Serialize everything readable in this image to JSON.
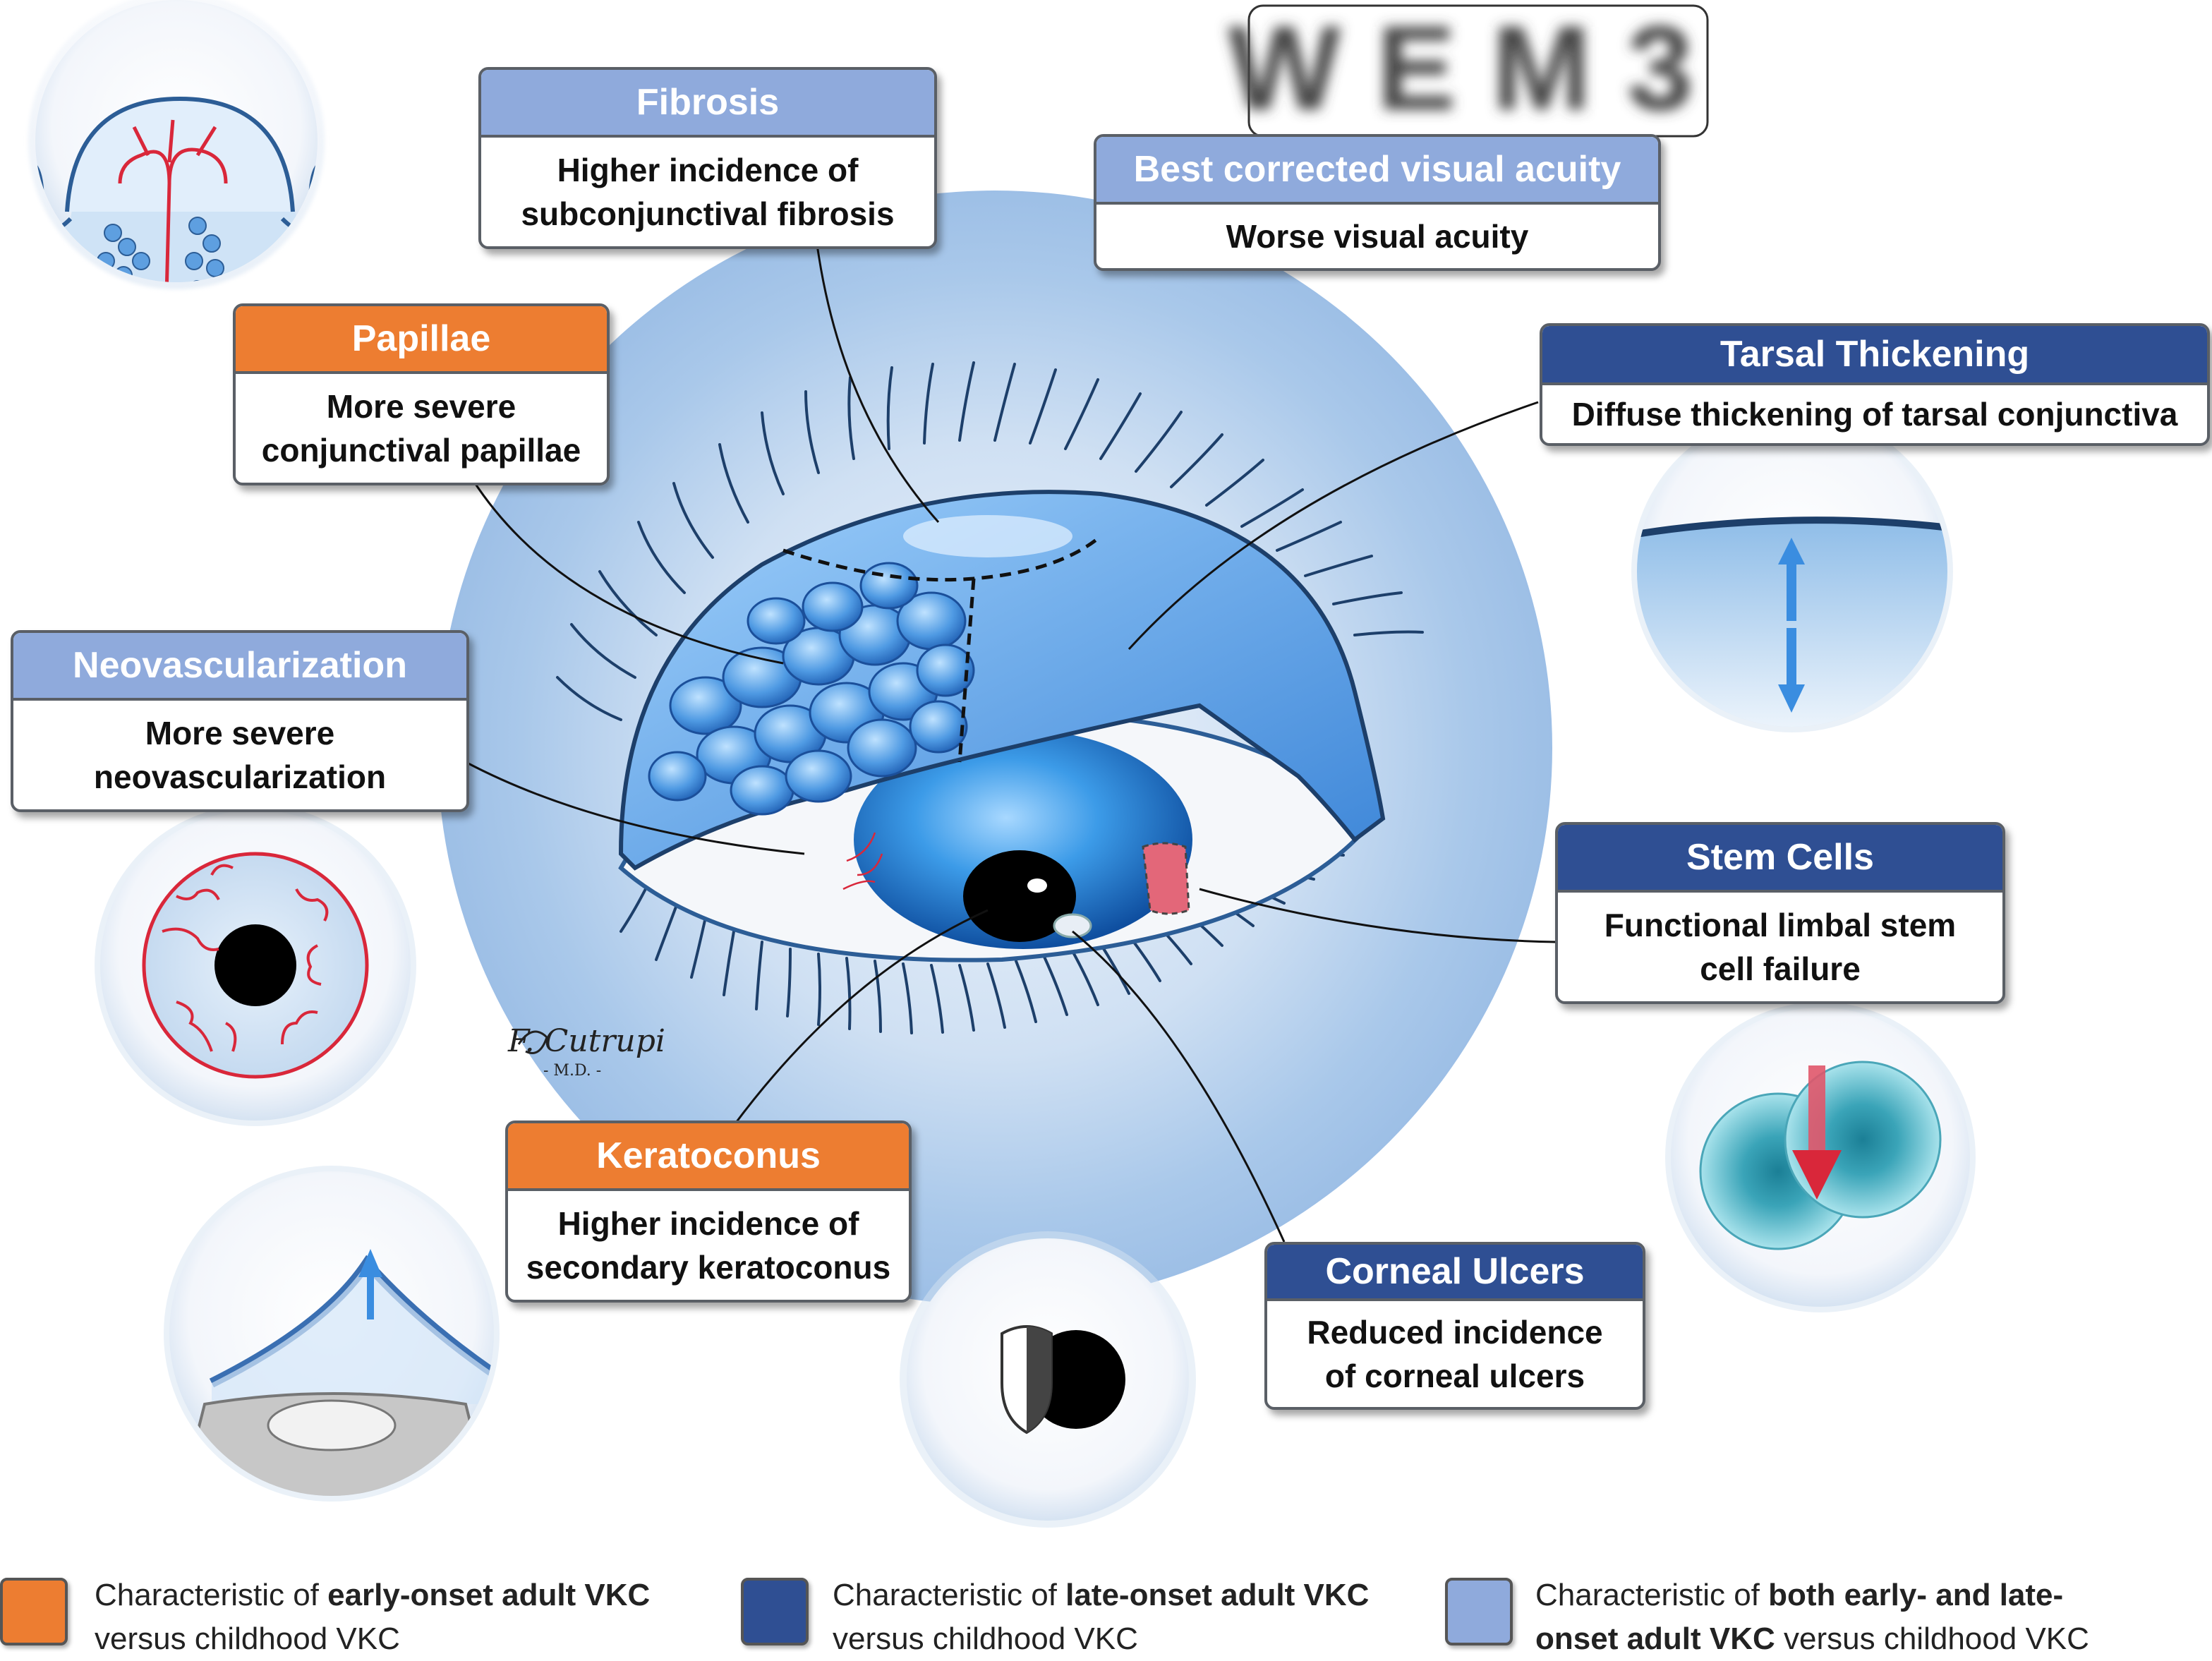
{
  "colors": {
    "early_onset": "#ed7d31",
    "late_onset": "#2f4f93",
    "both": "#8faadc",
    "papillae_blue": "#2a78d6",
    "vessel_red": "#d9273a"
  },
  "chart_blur_letters": "WEM3",
  "boxes": {
    "fibrosis": {
      "title": "Fibrosis",
      "line1": "Higher incidence of",
      "line2": "subconjunctival fibrosis"
    },
    "bcva": {
      "title": "Best corrected visual acuity",
      "line1": "Worse visual acuity"
    },
    "papillae": {
      "title": "Papillae",
      "line1": "More severe",
      "line2": "conjunctival papillae"
    },
    "tarsal": {
      "title": "Tarsal Thickening",
      "line1": "Diffuse thickening of tarsal conjunctiva"
    },
    "neovasc": {
      "title": "Neovascularization",
      "line1": "More severe",
      "line2": "neovascularization"
    },
    "stem": {
      "title": "Stem Cells",
      "line1": "Functional limbal stem",
      "line2": "cell failure"
    },
    "keratoconus": {
      "title": "Keratoconus",
      "line1": "Higher incidence of",
      "line2": "secondary keratoconus"
    },
    "ulcers": {
      "title": "Corneal Ulcers",
      "line1": "Reduced incidence",
      "line2": "of corneal ulcers"
    }
  },
  "signature": {
    "name": "F. Cutrupi",
    "suffix": "- M.D. -"
  },
  "legend": [
    {
      "prefix": "Characteristic of ",
      "bold": "early-onset adult VKC",
      "suffix": "",
      "line2_bold": "",
      "line2": "versus childhood VKC"
    },
    {
      "prefix": "Characteristic of ",
      "bold": "late-onset adult VKC",
      "suffix": "",
      "line2_bold": "",
      "line2": "versus childhood VKC"
    },
    {
      "prefix": "Characteristic of ",
      "bold": "both early- and late-",
      "suffix": "",
      "line2_bold": "onset adult VKC",
      "line2": " versus childhood VKC"
    }
  ]
}
